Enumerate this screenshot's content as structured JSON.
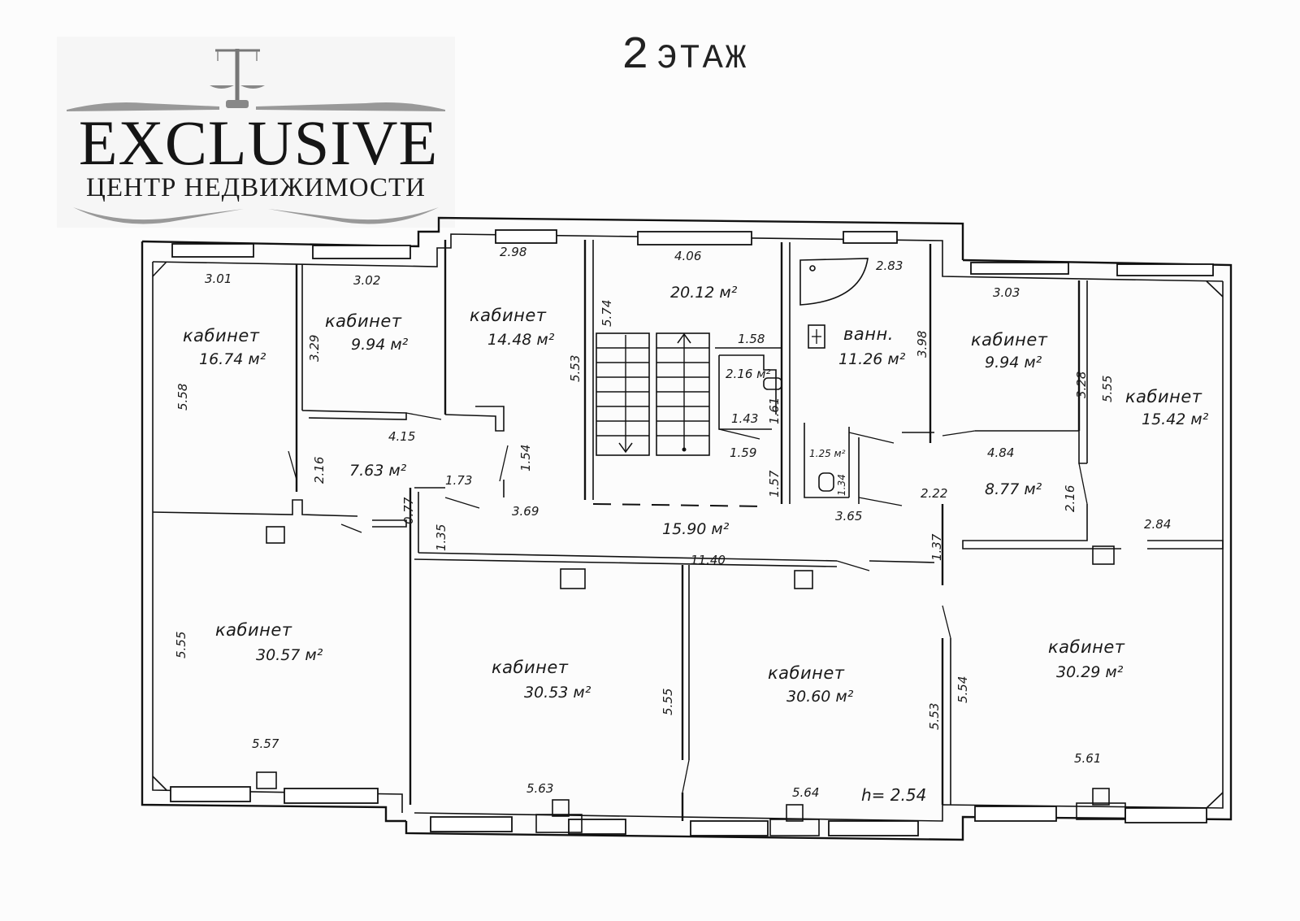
{
  "header": {
    "floor_number": "2",
    "floor_word": "ЭТАЖ"
  },
  "logo": {
    "icon": "scales-of-justice-icon",
    "title": "EXCLUSIVE",
    "subtitle": "ЦЕНТР НЕДВИЖИМОСТИ"
  },
  "plan": {
    "ceiling_height": "h= 2.54",
    "area_unit": "м²",
    "rooms": [
      {
        "id": "office-1",
        "name": "кабинет",
        "area": "16.74 м²",
        "dims": [
          "3.01",
          "5.58"
        ]
      },
      {
        "id": "office-2",
        "name": "кабинет",
        "area": "9.94 м²",
        "dims": [
          "3.02",
          "3.29"
        ]
      },
      {
        "id": "office-3",
        "name": "кабинет",
        "area": "14.48 м²",
        "dims": [
          "2.98",
          "5.53",
          "1.54"
        ]
      },
      {
        "id": "stairwell",
        "name": "",
        "area": "20.12 м²",
        "dims": [
          "4.06",
          "5.74",
          "1.58",
          "1.59"
        ]
      },
      {
        "id": "wc-small",
        "name": "",
        "area": "2.16 м²",
        "dims": [
          "1.43",
          "1.61",
          "1.57"
        ]
      },
      {
        "id": "bathroom",
        "name": "ванн.",
        "area": "11.26 м²",
        "dims": [
          "2.83",
          "3.98"
        ]
      },
      {
        "id": "wc-tiny",
        "name": "",
        "area": "1.25 м²",
        "dims": [
          "1.34"
        ]
      },
      {
        "id": "office-4",
        "name": "кабинет",
        "area": "9.94 м²",
        "dims": [
          "3.03",
          "3.28"
        ]
      },
      {
        "id": "office-5",
        "name": "кабинет",
        "area": "15.42 м²",
        "dims": [
          "5.55",
          "2.84"
        ]
      },
      {
        "id": "hall-left",
        "name": "",
        "area": "7.63 м²",
        "dims": [
          "4.15",
          "2.16",
          "1.73",
          "0.77"
        ]
      },
      {
        "id": "corridor",
        "name": "",
        "area": "15.90 м²",
        "dims": [
          "3.69",
          "3.65",
          "11.40",
          "1.35",
          "1.37"
        ]
      },
      {
        "id": "hall-right",
        "name": "",
        "area": "8.77 м²",
        "dims": [
          "4.84",
          "2.22",
          "2.16"
        ]
      },
      {
        "id": "office-6",
        "name": "кабинет",
        "area": "30.57 м²",
        "dims": [
          "5.55",
          "5.57"
        ]
      },
      {
        "id": "office-7",
        "name": "кабинет",
        "area": "30.53 м²",
        "dims": [
          "5.55",
          "5.63"
        ]
      },
      {
        "id": "office-8",
        "name": "кабинет",
        "area": "30.60 м²",
        "dims": [
          "5.53",
          "5.64"
        ]
      },
      {
        "id": "office-9",
        "name": "кабинет",
        "area": "30.29 м²",
        "dims": [
          "5.54",
          "5.61"
        ]
      }
    ]
  }
}
